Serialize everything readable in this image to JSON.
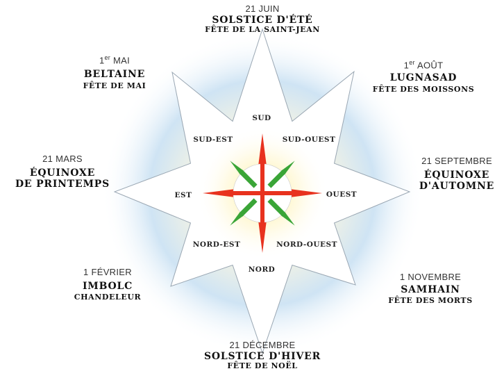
{
  "festivals": {
    "summer": {
      "date": "21 JUIN",
      "name": "SOLSTICE D'ÉTÉ",
      "sub": "FÊTE DE LA SAINT-JEAN"
    },
    "beltaine": {
      "date_day": "1",
      "date_sup": "er",
      "date_month": "MAI",
      "name": "BELTAINE",
      "sub": "FÊTE DE MAI"
    },
    "lugnasad": {
      "date_day": "1",
      "date_sup": "er",
      "date_month": "AOÛT",
      "name": "LUGNASAD",
      "sub": "FÊTE DES MOISSONS"
    },
    "spring": {
      "date": "21 MARS",
      "name_line1": "ÉQUINOXE",
      "name_line2": "DE PRINTEMPS"
    },
    "autumn": {
      "date": "21 SEPTEMBRE",
      "name_line1": "ÉQUINOXE",
      "name_line2": "D'AUTOMNE"
    },
    "imbolc": {
      "date": "1 FÉVRIER",
      "name": "IMBOLC",
      "sub": "CHANDELEUR"
    },
    "samhain": {
      "date": "1 NOVEMBRE",
      "name": "SAMHAIN",
      "sub": "FÊTE DES MORTS"
    },
    "winter": {
      "date": "21 DÉCEMBRE",
      "name": "SOLSTICE D'HIVER",
      "sub": "FÊTE DE NOËL"
    }
  },
  "directions": {
    "sud": "SUD",
    "sud_est": "SUD-EST",
    "sud_ouest": "SUD-OUEST",
    "est": "EST",
    "ouest": "OUEST",
    "nord_est": "NORD-EST",
    "nord_ouest": "NORD-OUEST",
    "nord": "NORD"
  },
  "colors": {
    "glow_outer": "#cfe4f4",
    "glow_inner": "#fff4c8",
    "star_fill": "#ffffff",
    "star_stroke": "#9aa7b3",
    "cross_red": "#e8321e",
    "cross_green": "#3aa537",
    "disc": "#ffffff"
  },
  "icons": {
    "center_symbol": "celtic-compass-cross"
  }
}
